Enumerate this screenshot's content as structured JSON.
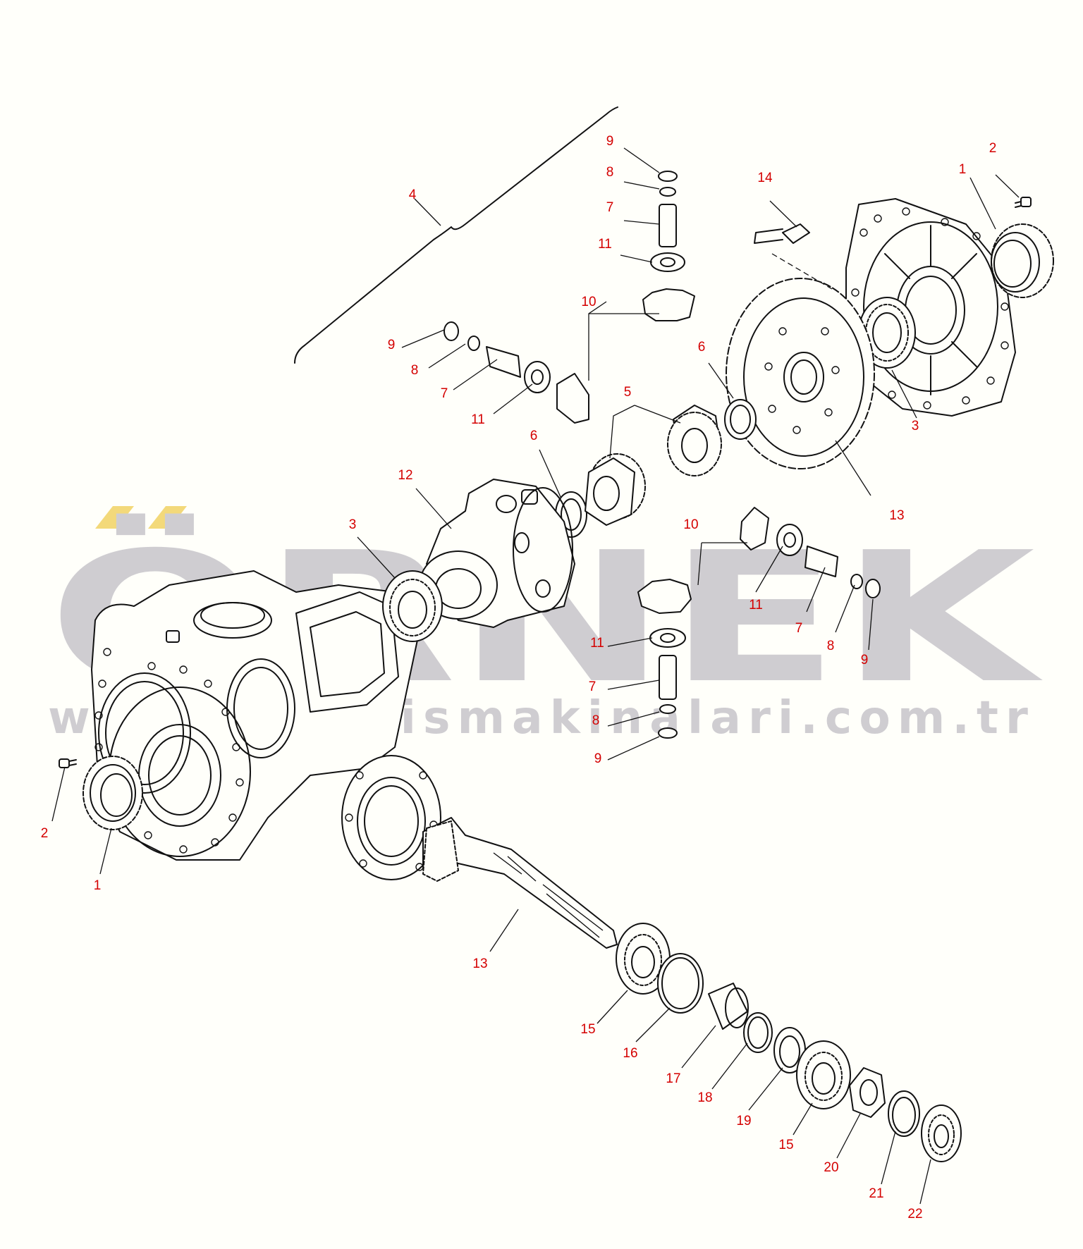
{
  "watermark": {
    "brand": "ÖRNEK",
    "url": "www.ornekismakinalari.com.tr",
    "brand_color": "#cfcdd1",
    "accent_color": "#f3d97a"
  },
  "callout_color": "#d40000",
  "callouts": [
    {
      "id": "c-4",
      "label": "4"
    },
    {
      "id": "c-9a",
      "label": "9"
    },
    {
      "id": "c-8a",
      "label": "8"
    },
    {
      "id": "c-7a",
      "label": "7"
    },
    {
      "id": "c-11a",
      "label": "11"
    },
    {
      "id": "c-10a",
      "label": "10"
    },
    {
      "id": "c-14",
      "label": "14"
    },
    {
      "id": "c-2a",
      "label": "2"
    },
    {
      "id": "c-1a",
      "label": "1"
    },
    {
      "id": "c-9b",
      "label": "9"
    },
    {
      "id": "c-8b",
      "label": "8"
    },
    {
      "id": "c-7b",
      "label": "7"
    },
    {
      "id": "c-11b",
      "label": "11"
    },
    {
      "id": "c-6a",
      "label": "6"
    },
    {
      "id": "c-5",
      "label": "5"
    },
    {
      "id": "c-3a",
      "label": "3"
    },
    {
      "id": "c-6b",
      "label": "6"
    },
    {
      "id": "c-12",
      "label": "12"
    },
    {
      "id": "c-13a",
      "label": "13"
    },
    {
      "id": "c-3b",
      "label": "3"
    },
    {
      "id": "c-10b",
      "label": "10"
    },
    {
      "id": "c-11c",
      "label": "11"
    },
    {
      "id": "c-7c",
      "label": "7"
    },
    {
      "id": "c-8c",
      "label": "8"
    },
    {
      "id": "c-9c",
      "label": "9"
    },
    {
      "id": "c-11d",
      "label": "11"
    },
    {
      "id": "c-7d",
      "label": "7"
    },
    {
      "id": "c-8d",
      "label": "8"
    },
    {
      "id": "c-9d",
      "label": "9"
    },
    {
      "id": "c-2b",
      "label": "2"
    },
    {
      "id": "c-1b",
      "label": "1"
    },
    {
      "id": "c-13b",
      "label": "13"
    },
    {
      "id": "c-15a",
      "label": "15"
    },
    {
      "id": "c-16",
      "label": "16"
    },
    {
      "id": "c-17",
      "label": "17"
    },
    {
      "id": "c-18",
      "label": "18"
    },
    {
      "id": "c-19",
      "label": "19"
    },
    {
      "id": "c-15b",
      "label": "15"
    },
    {
      "id": "c-20",
      "label": "20"
    },
    {
      "id": "c-21",
      "label": "21"
    },
    {
      "id": "c-22",
      "label": "22"
    }
  ]
}
